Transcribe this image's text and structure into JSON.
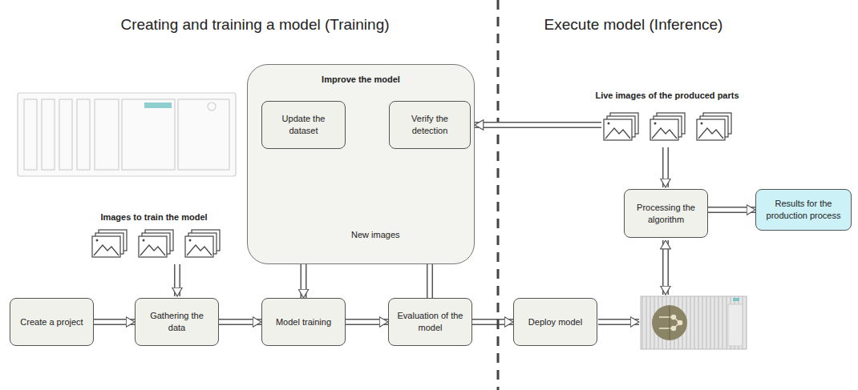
{
  "diagram": {
    "nodes": [
      {
        "text": [
          "Improve the model"
        ]
      },
      {
        "text": [
          "Update the dataset"
        ],
        "in": 0
      },
      {
        "text": [
          "Verify the detection"
        ],
        "in": 0
      },
      {
        "text": [
          "Create a project"
        ]
      },
      {
        "text": [
          "Gathering the data"
        ]
      },
      {
        "text": [
          "Model training"
        ]
      },
      {
        "text": [
          "Evaluation of the model"
        ]
      },
      {
        "text": [
          "Deploy model"
        ]
      },
      {
        "text": [
          "Processing the algorithm"
        ]
      },
      {
        "text": [
          "Results for the production process"
        ]
      }
    ],
    "edges": [
      {
        "from": 3,
        "to": 4,
        "arrow": "to"
      },
      {
        "from": 4,
        "to": 5,
        "arrow": "to"
      },
      {
        "from": 5,
        "to": 6,
        "arrow": "to"
      },
      {
        "from": 6,
        "to": 7,
        "arrow": "to"
      },
      {
        "from": 6,
        "to": 2,
        "arrow": "to"
      },
      {
        "from": 2,
        "to": 1,
        "arrow": "to"
      },
      {
        "from": 1,
        "to": 5,
        "arrow": "to"
      },
      {
        "from": 8,
        "to": 9,
        "arrow": "to"
      }
    ],
    "labels": [
      "Creating and training a model (Training)",
      "Execute model (Inference)",
      "Images to train the model",
      "New images",
      "Live images of the produced parts"
    ]
  }
}
